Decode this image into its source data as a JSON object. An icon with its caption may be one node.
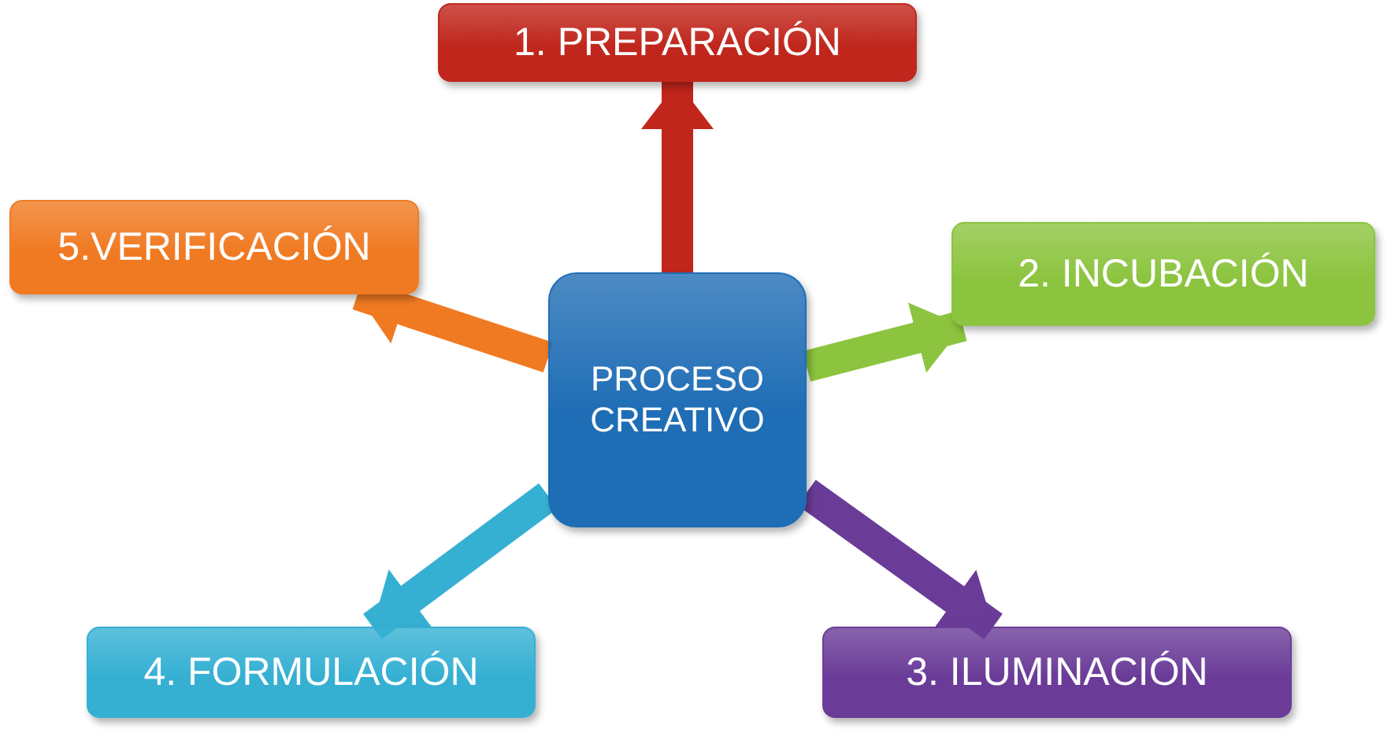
{
  "diagram": {
    "nodes": [
      {
        "text": [
          "1. PREPARACIÓN"
        ]
      },
      {
        "text": [
          "5.VERIFICACIÓN"
        ]
      },
      {
        "text": [
          "2. INCUBACIÓN"
        ]
      },
      {
        "text": [
          "PROCESO CREATIVO"
        ]
      },
      {
        "text": [
          "4. FORMULACIÓN"
        ]
      },
      {
        "text": [
          "3. ILUMINACIÓN"
        ]
      }
    ],
    "edges": [
      {
        "from": 3,
        "to": 0,
        "arrow": "to",
        "color": "#c0261c"
      },
      {
        "from": 3,
        "to": 2,
        "arrow": "to",
        "color": "#8cc43f"
      },
      {
        "from": 3,
        "to": 5,
        "arrow": "to",
        "color": "#6a3c98"
      },
      {
        "from": 3,
        "to": 4,
        "arrow": "to",
        "color": "#35b0d3"
      },
      {
        "from": 3,
        "to": 1,
        "arrow": "to",
        "color": "#f07a22"
      }
    ]
  }
}
